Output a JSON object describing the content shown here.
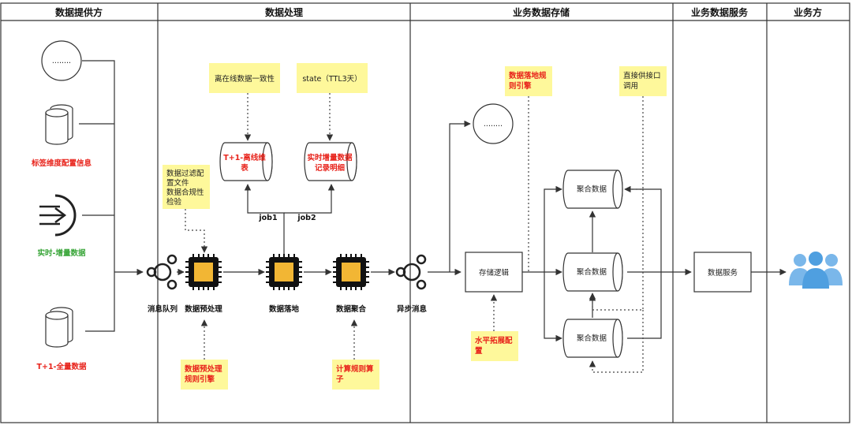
{
  "lanes": [
    {
      "title": "数据提供方"
    },
    {
      "title": "数据处理"
    },
    {
      "title": "业务数据存储"
    },
    {
      "title": "业务数据服务"
    },
    {
      "title": "业务方"
    }
  ],
  "provider": {
    "circle_text": "........",
    "config_label": "标签维度配置信息",
    "realtime_label": "实时-增量数据",
    "full_label": "T+1-全量数据"
  },
  "processing": {
    "mq_label": "消息队列",
    "pre_label": "数据预处理",
    "land_label": "数据落地",
    "agg_label": "数据聚合",
    "async_label": "异步消息",
    "cyl_offline": [
      "T+1-离线维",
      "表"
    ],
    "cyl_realtime": [
      "实时增量数据",
      "记录明细"
    ],
    "job1": "job1",
    "job2": "job2",
    "notes": {
      "consistency": "离在线数据一致性",
      "state": "state（TTL3天）",
      "filter": [
        "数据过滤配",
        "置文件",
        "数据合规性",
        "检验"
      ],
      "pre_engine": [
        "数据预处理",
        "规则引擎"
      ],
      "calc_rule": [
        "计算规则算",
        "子"
      ]
    }
  },
  "storage": {
    "circle_text": "........",
    "logic_label": "存储逻辑",
    "agg_cyls": [
      "聚合数据",
      "聚合数据",
      "聚合数据"
    ],
    "notes": {
      "land_rule": [
        "数据落地规",
        "则引擎"
      ],
      "direct": [
        "直接供接口",
        "调用"
      ],
      "scale": [
        "水平拓展配",
        "置"
      ]
    }
  },
  "service": {
    "label": "数据服务"
  },
  "colors": {
    "red": "#e8231b",
    "green": "#3aa63a",
    "sticky": "#fef89b",
    "chip": "#f2b634",
    "users": "#5aa6e6"
  }
}
